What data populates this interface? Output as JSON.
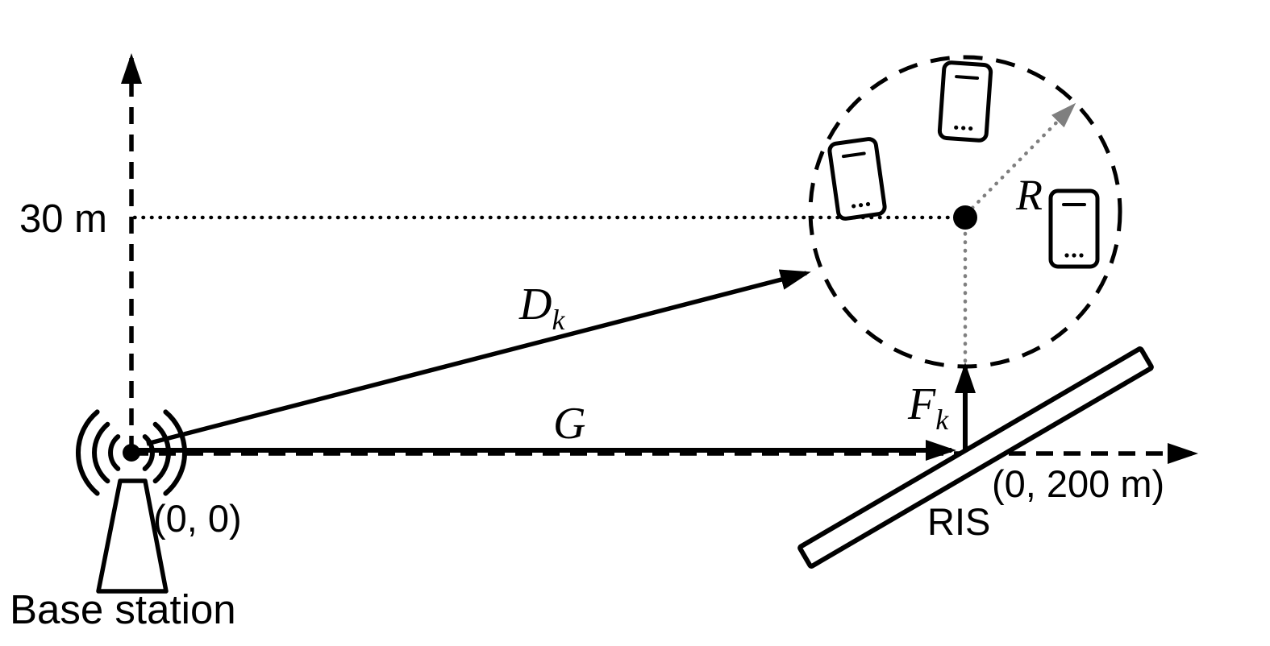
{
  "colors": {
    "ink": "#000000",
    "muted": "#7f7f7f",
    "background": "#ffffff"
  },
  "axes": {
    "y_tick_label": "30 m",
    "x_end_label": "(0, 200 m)",
    "origin_label": "(0, 0)"
  },
  "nodes": {
    "base_station_label": "Base station",
    "ris_label": "RIS"
  },
  "links": {
    "direct_main": "D",
    "direct_sub": "k",
    "bs_ris": "G",
    "ris_user_main": "F",
    "ris_user_sub": "k",
    "radius": "R"
  },
  "icons": {
    "base_station": "antenna-tower-icon",
    "user": "smartphone-icon",
    "user_count": 3,
    "cluster_boundary": "dashed-circle",
    "ris_panel": "tilted-reflecting-panel"
  }
}
